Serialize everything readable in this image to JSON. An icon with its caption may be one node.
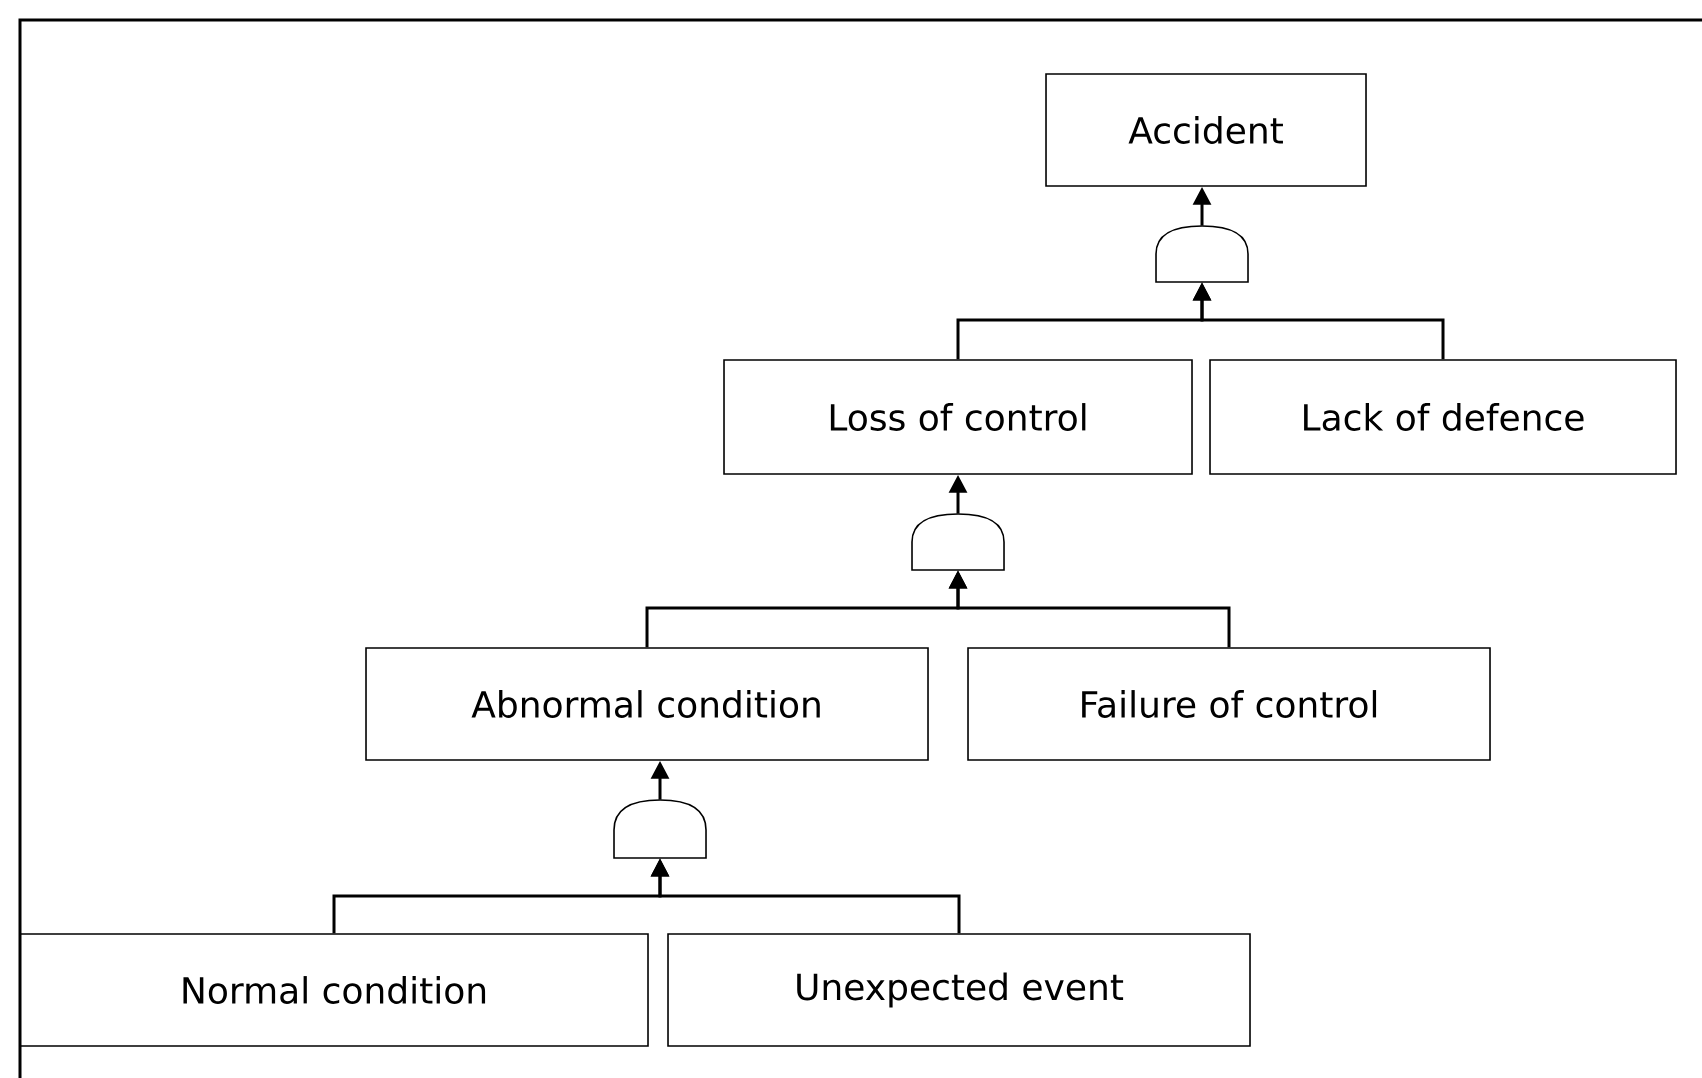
{
  "diagram": {
    "nodes": [
      {
        "text": [
          "Accident"
        ]
      },
      {
        "text": [],
        "shape": "gate"
      },
      {
        "text": [
          "Loss of control"
        ]
      },
      {
        "text": [
          "Lack of defence"
        ]
      },
      {
        "text": [],
        "shape": "gate"
      },
      {
        "text": [
          "Abnormal condition"
        ]
      },
      {
        "text": [
          "Failure of control"
        ]
      },
      {
        "text": [],
        "shape": "gate"
      },
      {
        "text": [
          "Normal condition"
        ]
      },
      {
        "text": [
          "Unexpected event"
        ]
      }
    ],
    "edges": [
      {
        "from": 1,
        "to": 0,
        "arrow": "to"
      },
      {
        "from": 2,
        "to": 1,
        "arrow": "to"
      },
      {
        "from": 3,
        "to": 1,
        "arrow": "to"
      },
      {
        "from": 4,
        "to": 2,
        "arrow": "to"
      },
      {
        "from": 5,
        "to": 4,
        "arrow": "to"
      },
      {
        "from": 6,
        "to": 4,
        "arrow": "to"
      },
      {
        "from": 7,
        "to": 5,
        "arrow": "to"
      },
      {
        "from": 8,
        "to": 7,
        "arrow": "to"
      },
      {
        "from": 9,
        "to": 7,
        "arrow": "to"
      }
    ]
  }
}
